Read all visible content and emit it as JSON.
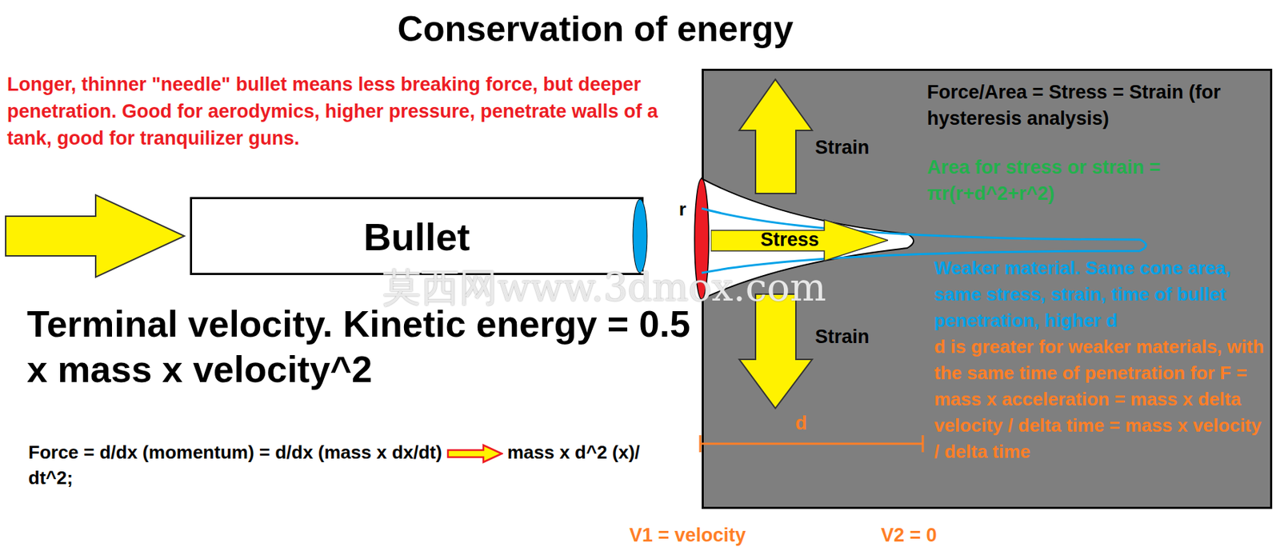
{
  "diagram": {
    "title": "Conservation of energy",
    "nodes": [
      {
        "text": [
          "Bullet"
        ]
      },
      {
        "text": [
          "Force/Area = Stress = Strain (for hysteresis analysis)",
          "Area for stress or strain = πr(r+d^2+r^2)",
          "Weaker material. Same cone area, same stress, strain, time of bullet penetration, higher d",
          "d is greater for weaker materials, with the same time of penetration for F = mass x acceleration = mass x delta velocity / delta time = mass x velocity / delta time"
        ]
      },
      {
        "text": [
          "Stress"
        ],
        "in": 1
      }
    ],
    "labels": [
      "Longer, thinner \"needle\" bullet means less breaking force, but deeper penetration. Good for aerodymics, higher pressure, penetrate walls of a tank, good for tranquilizer guns.",
      "Terminal velocity. Kinetic energy = 0.5 x mass x velocity^2",
      "Force = d/dx (momentum) = d/dx (mass x dx/dt)",
      "mass x d^2 (x)/ dt^2;",
      "Strain",
      "Strain",
      "r",
      "d",
      "莫西网www.3dmox.com",
      "V1 = velocity",
      "V2 = 0"
    ]
  }
}
